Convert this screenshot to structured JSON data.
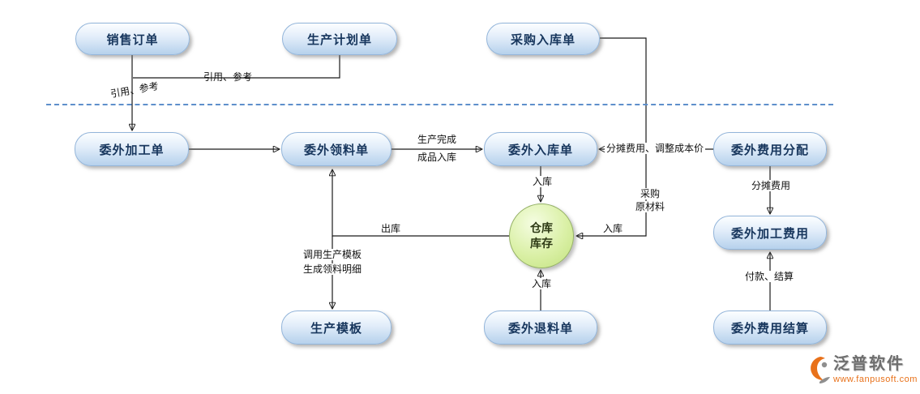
{
  "diagram": {
    "nodes": {
      "sales_order": "销售订单",
      "production_plan": "生产计划单",
      "purchase_receipt": "采购入库单",
      "outsourcing_order": "委外加工单",
      "outsourcing_requisition": "委外领料单",
      "outsourcing_receipt_note": "委外入库单",
      "expense_allocation": "委外费用分配",
      "warehouse_line1": "仓库",
      "warehouse_line2": "库存",
      "processing_expense": "委外加工费用",
      "production_template": "生产模板",
      "material_return_note": "委外退料单",
      "expense_settlement": "委外费用结算"
    },
    "labels": {
      "reference_1": "引用、参考",
      "reference_2": "引用、参考",
      "finish_line1": "生产完成",
      "finish_line2": "成品入库",
      "allocate_adjust": "分摊费用、调整成本价",
      "inbound_from_receipt": "入库",
      "purchase_line1": "采购",
      "purchase_line2": "原材料",
      "inbound_from_purchase": "入库",
      "outbound": "出库",
      "template_line1": "调用生产模板",
      "template_line2": "生成领料明细",
      "inbound_from_return": "入库",
      "allocate_expense": "分摊费用",
      "pay_settle": "付款、结算"
    },
    "colors": {
      "node_fill": "#b6d1ec",
      "node_border": "#93b5da",
      "node_text": "#17365d",
      "warehouse_fill": "#daf0a6",
      "divider": "#5e8fcb",
      "arrow": "#1a1a1a",
      "logo_orange": "#e8711a"
    },
    "watermark": {
      "brand": "泛普软件",
      "url": "www.fanpusoft.com"
    }
  }
}
